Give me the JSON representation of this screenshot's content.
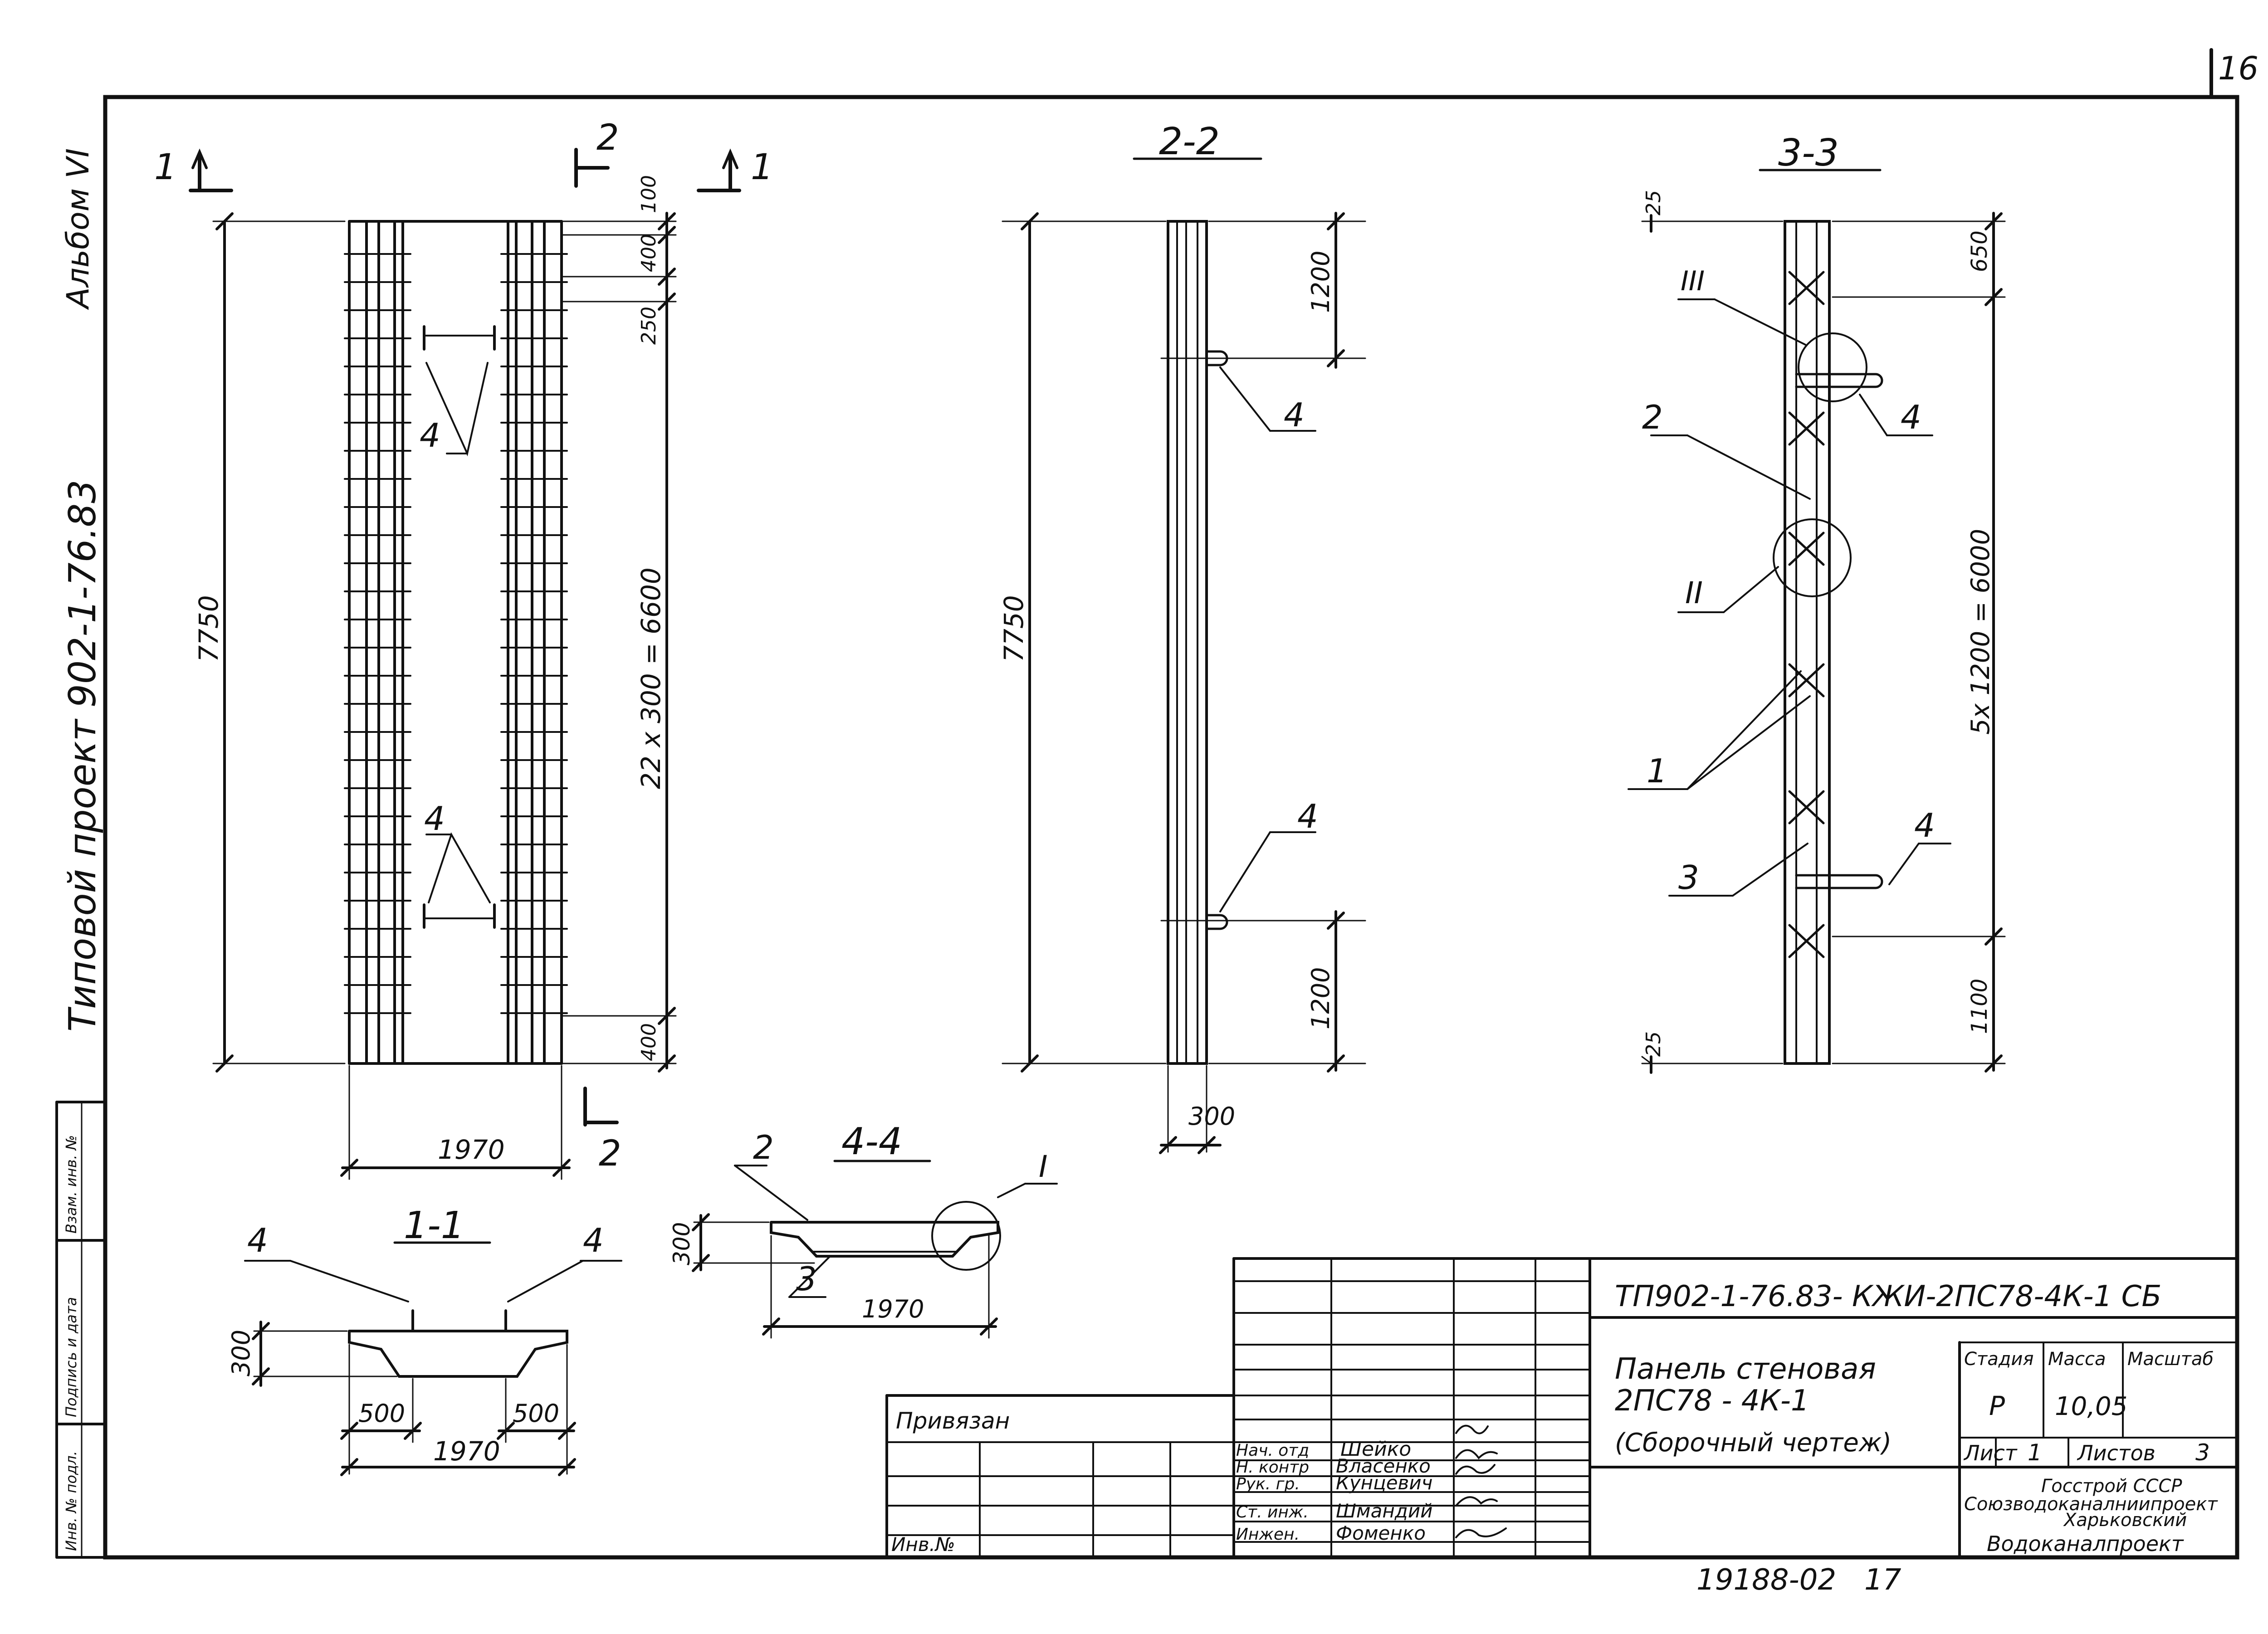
{
  "page_number": "16",
  "album": "Альбом VI",
  "project": "Типовой проект 902-1-76.83",
  "section_labels": {
    "plan": "1",
    "cut_1_1": "1-1",
    "cut_2_2": "2-2",
    "cut_3_3": "3-3",
    "cut_4_4": "4-4",
    "cut_2": "2"
  },
  "dimensions": {
    "height_total": "7750",
    "top_100": "100",
    "top_400": "400",
    "gap_250": "250",
    "rib_pitch": "22 x 300 = 6600",
    "bottom_400": "400",
    "width_1970": "1970",
    "elev_top_1200": "1200",
    "elev_bot_1200": "1200",
    "thick_300": "300",
    "top_650": "650",
    "mid_5x1200": "5x 1200 = 6000",
    "bottom_1100": "1100",
    "cover_25": "25",
    "section_500": "500"
  },
  "callouts": {
    "one": "1",
    "two": "2",
    "three": "3",
    "four": "4",
    "node_I": "I",
    "node_II": "II",
    "node_III": "III"
  },
  "title_block": {
    "code": "ТП902-1-76.83- КЖИ-2ПС78-4К-1 СБ",
    "name_line1": "Панель стеновая",
    "name_line2": "2ПС78 - 4К-1",
    "name_line3": "(Сборочный чертеж)",
    "stage_header": "Стадия",
    "mass_header": "Масса",
    "scale_header": "Масштаб",
    "stage": "Р",
    "mass": "10,05",
    "sheet_label": "Лист",
    "sheet_no": "1",
    "sheets_label": "Листов",
    "sheets_no": "3",
    "org_line1": "Госстрой СССР",
    "org_line2": "Союзводоканалниипроект",
    "org_line3": "Харьковский",
    "org_line4": "Водоканалпроект",
    "bound_label": "Привязан",
    "inv_label": "Инв.№",
    "roles": [
      "Нач. отд",
      "Н. контр",
      "Рук. гр.",
      "Ст. инж.",
      "Инжен."
    ],
    "names": [
      "Шейко",
      "Власенко",
      "Кунцевич",
      "Шмандий",
      "Фоменко"
    ]
  },
  "side_stamp": {
    "inv_orig": "Инв. № подл.",
    "sign_date": "Подпись и дата",
    "inv_repl": "Взам. инв. №"
  },
  "footer": {
    "archive": "19188-02",
    "page": "17"
  }
}
